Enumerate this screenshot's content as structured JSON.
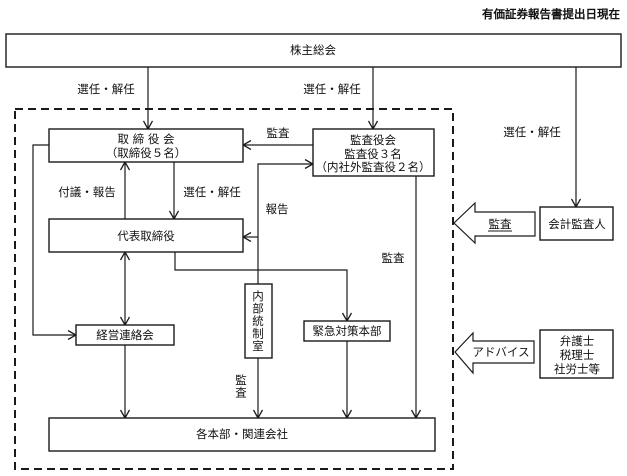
{
  "header": {
    "as_of_label": "有価証券報告書提出日現在"
  },
  "nodes": {
    "shareholders_meeting": "株主総会",
    "board_of_directors": {
      "line1": "取 締 役 会",
      "line2": "（取締役５名）"
    },
    "audit_board": {
      "line1": "監査役会",
      "line2": "監査役３名",
      "line3": "（内社外監査役２名）"
    },
    "representative_director": "代表取締役",
    "management_liaison_meeting": "経営連絡会",
    "internal_control_office": "内部統制室",
    "emergency_headquarters": "緊急対策本部",
    "divisions_and_affiliates": "各本部・関連会社",
    "accounting_auditor": "会計監査人",
    "external_advisors": {
      "line1": "弁護士",
      "line2": "税理士",
      "line3": "社労士等"
    }
  },
  "edge_labels": {
    "shareholders_to_board": "選任・解任",
    "shareholders_to_audit_board": "選任・解任",
    "shareholders_to_accounting_auditor": "選任・解任",
    "audit_board_to_board": "監査",
    "internal_control_report": "報告",
    "rep_director_to_board": "付議・報告",
    "board_to_rep_director": "選任・解任",
    "audit_board_to_divisions": "監査",
    "internal_control_to_divisions": "監査",
    "accounting_auditor_arrow": "監査",
    "advisors_arrow": "アドバイス"
  }
}
